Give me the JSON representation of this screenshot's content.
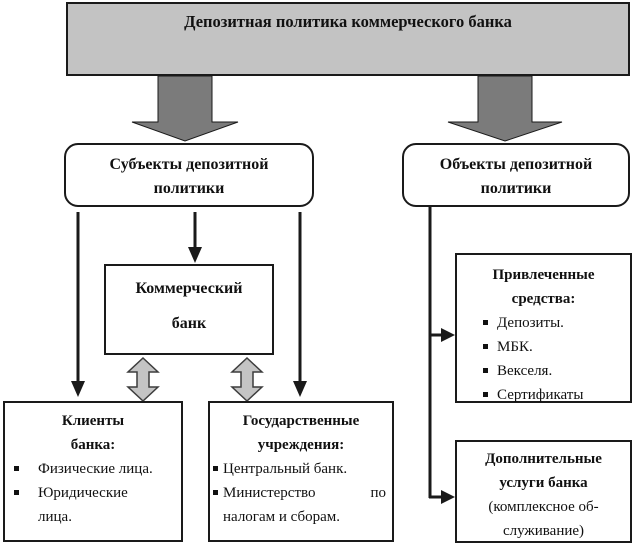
{
  "colors": {
    "top_box_fill": "#c3c3c3",
    "block_arrow_fill": "#7b7b7b",
    "block_arrow_stroke": "#1a1a1a",
    "double_arrow_fill": "#c4c4c4",
    "double_arrow_stroke": "#3d3d3d",
    "line_color": "#1a1a1a"
  },
  "title_box": {
    "text": "Депозитная политика коммерческого банка"
  },
  "subjects_box": {
    "line1": "Субъекты депозитной",
    "line2": "политики"
  },
  "objects_box": {
    "line1": "Объекты депозитной",
    "line2": "политики"
  },
  "bank_box": {
    "line1": "Коммерческий",
    "line2": "банк"
  },
  "clients_box": {
    "title_line1": "Клиенты",
    "title_line2": "банка:",
    "items": [
      "Физические лица.",
      "Юридические\nлица."
    ]
  },
  "state_box": {
    "title_line1": "Государственные",
    "title_line2": "учреждения:",
    "items": [
      "Центральный банк.",
      "Министерство по налогам и сборам."
    ]
  },
  "attracted_box": {
    "title_line1": "Привлеченные",
    "title_line2": "средства:",
    "items": [
      "Депозиты.",
      "МБК.",
      "Векселя.",
      "Сертификаты"
    ]
  },
  "services_box": {
    "title_line1": "Дополнительные",
    "title_line2": "услуги банка",
    "line3": "(комплексное об-",
    "line4": "служивание)"
  }
}
